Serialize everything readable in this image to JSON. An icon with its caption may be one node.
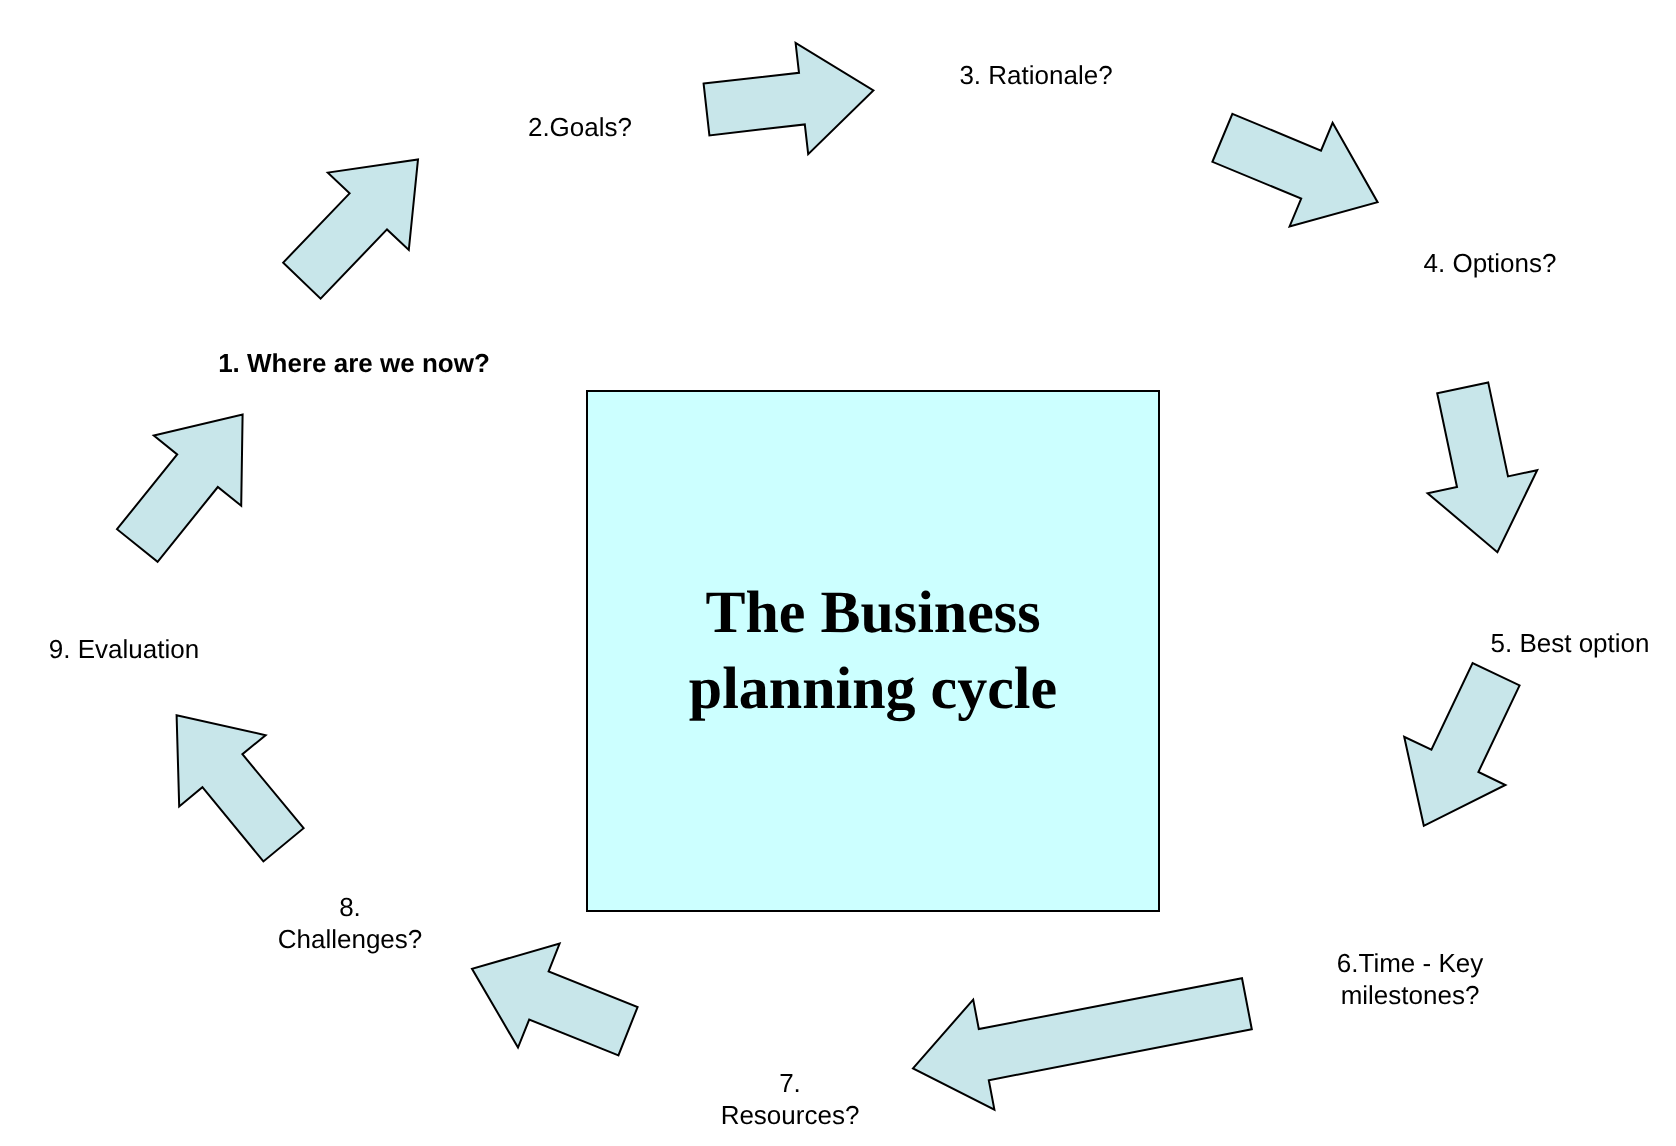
{
  "diagram": {
    "nodes": [
      {
        "text": [
          "1. Where are we now?"
        ]
      },
      {
        "text": [
          "2.Goals?"
        ]
      },
      {
        "text": [
          "3. Rationale?"
        ]
      },
      {
        "text": [
          "4. Options?"
        ]
      },
      {
        "text": [
          "5. Best option"
        ]
      },
      {
        "text": [
          "6.Time - Key milestones?"
        ]
      },
      {
        "text": [
          "7. Resources?"
        ]
      },
      {
        "text": [
          "8. Challenges?"
        ]
      },
      {
        "text": [
          "9. Evaluation"
        ]
      },
      {
        "text": [
          "The Business planning cycle"
        ]
      }
    ],
    "edges": [
      {
        "from": 0,
        "to": 1,
        "arrow": "to"
      },
      {
        "from": 1,
        "to": 2,
        "arrow": "to"
      },
      {
        "from": 2,
        "to": 3,
        "arrow": "to"
      },
      {
        "from": 3,
        "to": 4,
        "arrow": "to"
      },
      {
        "from": 4,
        "to": 5,
        "arrow": "to"
      },
      {
        "from": 5,
        "to": 6,
        "arrow": "to"
      },
      {
        "from": 6,
        "to": 7,
        "arrow": "to"
      },
      {
        "from": 7,
        "to": 8,
        "arrow": "to"
      },
      {
        "from": 8,
        "to": 0,
        "arrow": "to"
      }
    ]
  }
}
